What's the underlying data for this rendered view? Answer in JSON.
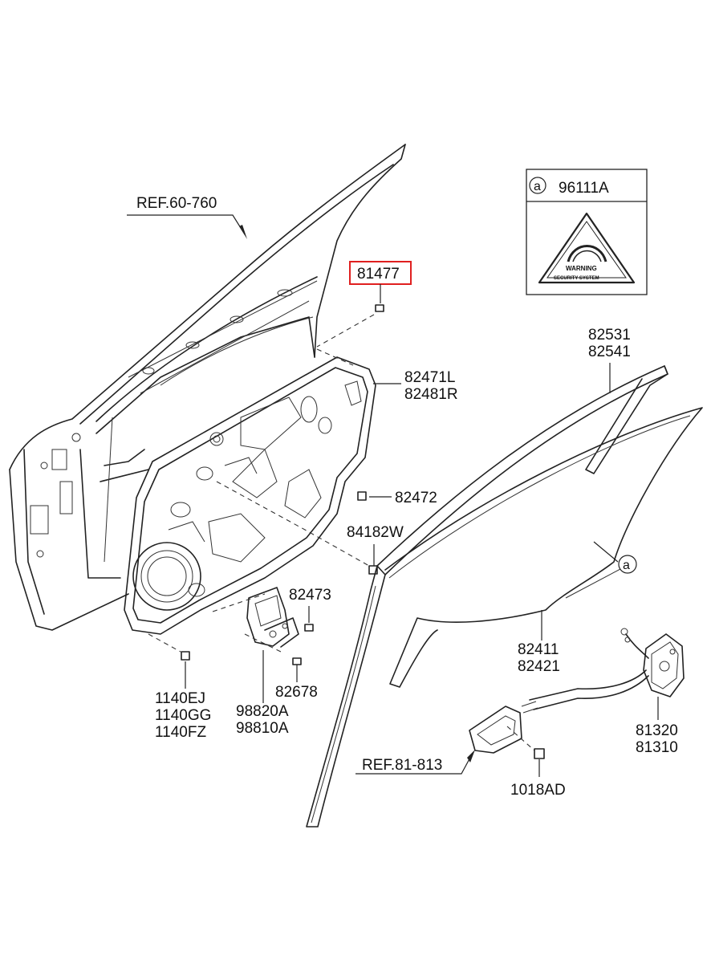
{
  "labels": {
    "ref_60_760": "REF.60-760",
    "part_81477": "81477",
    "part_96111A": "96111A",
    "inset_callout": "a",
    "warning_text": "WARNING",
    "security_text": "SECURITY SYSTEM",
    "part_82531": "82531",
    "part_82541": "82541",
    "part_82471L": "82471L",
    "part_82481R": "82481R",
    "part_82472": "82472",
    "part_84182W": "84182W",
    "glass_callout": "a",
    "part_82473": "82473",
    "part_82411": "82411",
    "part_82421": "82421",
    "part_1140EJ": "1140EJ",
    "part_1140GG": "1140GG",
    "part_1140FZ": "1140FZ",
    "part_98820A": "98820A",
    "part_98810A": "98810A",
    "part_82678": "82678",
    "part_81320": "81320",
    "part_81310": "81310",
    "ref_81_813": "REF.81-813",
    "part_1018AD": "1018AD"
  },
  "colors": {
    "line": "#222222",
    "highlight": "#e02020",
    "background": "#ffffff"
  },
  "highlighted_part": "81477"
}
